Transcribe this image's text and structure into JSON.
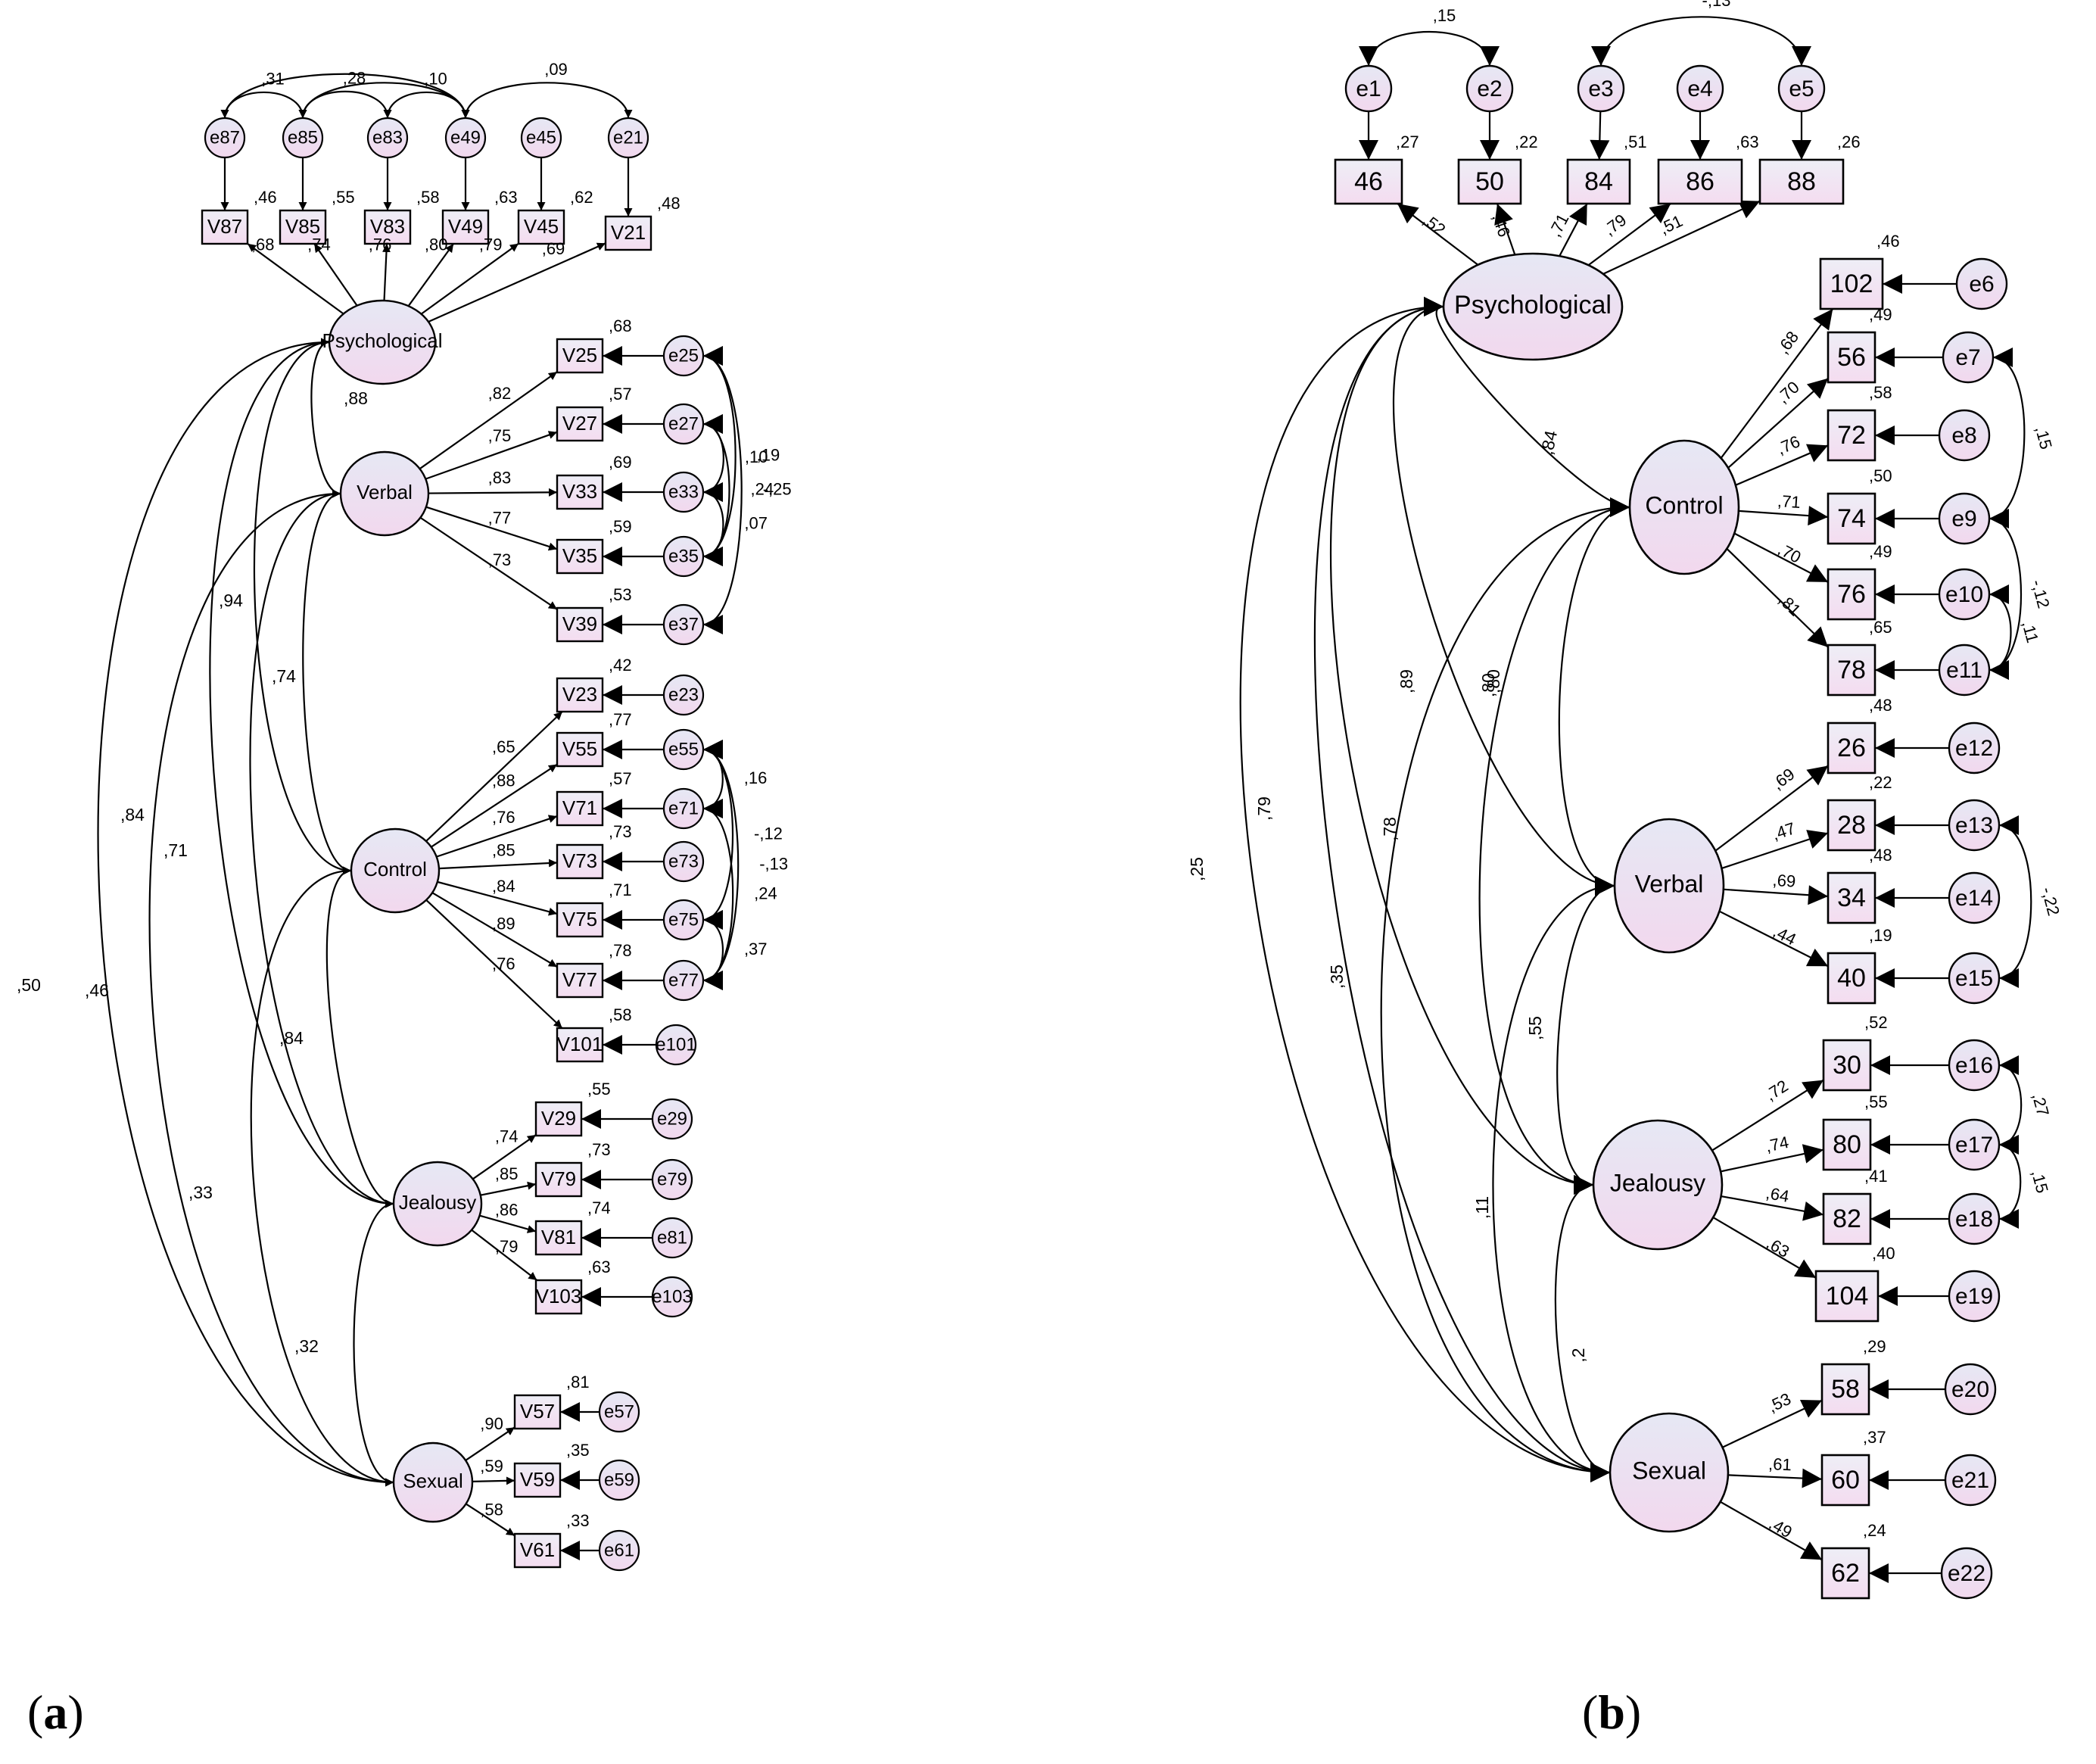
{
  "panels": [
    {
      "label": "a",
      "latents": [
        {
          "id": "Psychological",
          "label": "Psychological"
        },
        {
          "id": "Verbal",
          "label": "Verbal"
        },
        {
          "id": "Control",
          "label": "Control"
        },
        {
          "id": "Jealousy",
          "label": "Jealousy"
        },
        {
          "id": "Sexual",
          "label": "Sexual"
        }
      ],
      "observed": [
        {
          "id": "V87",
          "label": "V87",
          "r2": ",46",
          "error": "e87",
          "factor": "Psychological",
          "loading": ",68"
        },
        {
          "id": "V85",
          "label": "V85",
          "r2": ",55",
          "error": "e85",
          "factor": "Psychological",
          "loading": ",74"
        },
        {
          "id": "V83",
          "label": "V83",
          "r2": ",58",
          "error": "e83",
          "factor": "Psychological",
          "loading": ",76"
        },
        {
          "id": "V49",
          "label": "V49",
          "r2": ",63",
          "error": "e49",
          "factor": "Psychological",
          "loading": ",80"
        },
        {
          "id": "V45",
          "label": "V45",
          "r2": ",62",
          "error": "e45",
          "factor": "Psychological",
          "loading": ",79"
        },
        {
          "id": "V21",
          "label": "V21",
          "r2": ",48",
          "error": "e21",
          "factor": "Psychological",
          "loading": ",69"
        },
        {
          "id": "V25",
          "label": "V25",
          "r2": ",68",
          "error": "e25",
          "factor": "Verbal",
          "loading": ",82"
        },
        {
          "id": "V27",
          "label": "V27",
          "r2": ",57",
          "error": "e27",
          "factor": "Verbal",
          "loading": ",75"
        },
        {
          "id": "V33",
          "label": "V33",
          "r2": ",69",
          "error": "e33",
          "factor": "Verbal",
          "loading": ",83"
        },
        {
          "id": "V35",
          "label": "V35",
          "r2": ",59",
          "error": "e35",
          "factor": "Verbal",
          "loading": ",77"
        },
        {
          "id": "V39",
          "label": "V39",
          "r2": ",53",
          "error": "e37",
          "factor": "Verbal",
          "loading": ",73"
        },
        {
          "id": "V23",
          "label": "V23",
          "r2": ",42",
          "error": "e23",
          "factor": "Control",
          "loading": ",65"
        },
        {
          "id": "V55",
          "label": "V55",
          "r2": ",77",
          "error": "e55",
          "factor": "Control",
          "loading": ",88"
        },
        {
          "id": "V71",
          "label": "V71",
          "r2": ",57",
          "error": "e71",
          "factor": "Control",
          "loading": ",76"
        },
        {
          "id": "V73",
          "label": "V73",
          "r2": ",73",
          "error": "e73",
          "factor": "Control",
          "loading": ",85"
        },
        {
          "id": "V75",
          "label": "V75",
          "r2": ",71",
          "error": "e75",
          "factor": "Control",
          "loading": ",84"
        },
        {
          "id": "V77",
          "label": "V77",
          "r2": ",78",
          "error": "e77",
          "factor": "Control",
          "loading": ",89"
        },
        {
          "id": "V101",
          "label": "V101",
          "r2": ",58",
          "error": "e101",
          "factor": "Control",
          "loading": ",76"
        },
        {
          "id": "V29",
          "label": "V29",
          "r2": ",55",
          "error": "e29",
          "factor": "Jealousy",
          "loading": ",74"
        },
        {
          "id": "V79",
          "label": "V79",
          "r2": ",73",
          "error": "e79",
          "factor": "Jealousy",
          "loading": ",85"
        },
        {
          "id": "V81",
          "label": "V81",
          "r2": ",74",
          "error": "e81",
          "factor": "Jealousy",
          "loading": ",86"
        },
        {
          "id": "V103",
          "label": "V103",
          "r2": ",63",
          "error": "e103",
          "factor": "Jealousy",
          "loading": ",79"
        },
        {
          "id": "V57",
          "label": "V57",
          "r2": ",81",
          "error": "e57",
          "factor": "Sexual",
          "loading": ",90"
        },
        {
          "id": "V59",
          "label": "V59",
          "r2": ",35",
          "error": "e59",
          "factor": "Sexual",
          "loading": ",59"
        },
        {
          "id": "V61",
          "label": "V61",
          "r2": ",33",
          "error": "e61",
          "factor": "Sexual",
          "loading": ",58"
        }
      ],
      "factor_correlations": [
        {
          "from": "Psychological",
          "to": "Verbal",
          "value": ",88"
        },
        {
          "from": "Psychological",
          "to": "Control",
          "value": ",94"
        },
        {
          "from": "Verbal",
          "to": "Control",
          "value": ",74"
        },
        {
          "from": "Psychological",
          "to": "Jealousy",
          "value": ",84"
        },
        {
          "from": "Verbal",
          "to": "Jealousy",
          "value": ",71"
        },
        {
          "from": "Control",
          "to": "Jealousy",
          "value": ",84"
        },
        {
          "from": "Psychological",
          "to": "Sexual",
          "value": ",50"
        },
        {
          "from": "Verbal",
          "to": "Sexual",
          "value": ",46"
        },
        {
          "from": "Control",
          "to": "Sexual",
          "value": ",33"
        },
        {
          "from": "Jealousy",
          "to": "Sexual",
          "value": ",32"
        }
      ],
      "error_covariances": [
        {
          "from": "e87",
          "to": "e85",
          "value": ",31"
        },
        {
          "from": "e85",
          "to": "e83",
          "value": ",28"
        },
        {
          "from": "e83",
          "to": "e49",
          "value": ",10"
        },
        {
          "from": "e49",
          "to": "e21",
          "value": ",09"
        },
        {
          "from": "e87",
          "to": "e49",
          "value": ""
        },
        {
          "from": "e85",
          "to": "e49",
          "value": ""
        },
        {
          "from": "e25",
          "to": "e35",
          "value": ",19"
        },
        {
          "from": "e27",
          "to": "e33",
          "value": ",10"
        },
        {
          "from": "e25",
          "to": "e37",
          "value": "-,25"
        },
        {
          "from": "e27",
          "to": "e35",
          "value": ",24"
        },
        {
          "from": "e33",
          "to": "e35",
          "value": ",07"
        },
        {
          "from": "e55",
          "to": "e71",
          "value": ",16"
        },
        {
          "from": "e55",
          "to": "e75",
          "value": "-,12"
        },
        {
          "from": "e55",
          "to": "e77",
          "value": "-,13"
        },
        {
          "from": "e71",
          "to": "e77",
          "value": ",24"
        },
        {
          "from": "e75",
          "to": "e77",
          "value": ",37"
        }
      ]
    },
    {
      "label": "b",
      "latents": [
        {
          "id": "Psychological",
          "label": "Psychological"
        },
        {
          "id": "Control",
          "label": "Control"
        },
        {
          "id": "Verbal",
          "label": "Verbal"
        },
        {
          "id": "Jealousy",
          "label": "Jealousy"
        },
        {
          "id": "Sexual",
          "label": "Sexual"
        }
      ],
      "observed": [
        {
          "id": "46",
          "label": "46",
          "r2": ",27",
          "error": "e1",
          "factor": "Psychological",
          "loading": ",52"
        },
        {
          "id": "50",
          "label": "50",
          "r2": ",22",
          "error": "e2",
          "factor": "Psychological",
          "loading": ",46"
        },
        {
          "id": "84",
          "label": "84",
          "r2": ",51",
          "error": "e3",
          "factor": "Psychological",
          "loading": ",71"
        },
        {
          "id": "86",
          "label": "86",
          "r2": ",63",
          "error": "e4",
          "factor": "Psychological",
          "loading": ",79"
        },
        {
          "id": "88",
          "label": "88",
          "r2": ",26",
          "error": "e5",
          "factor": "Psychological",
          "loading": ",51"
        },
        {
          "id": "102",
          "label": "102",
          "r2": ",46",
          "error": "e6",
          "factor": "Control",
          "loading": ",68"
        },
        {
          "id": "56",
          "label": "56",
          "r2": ",49",
          "error": "e7",
          "factor": "Control",
          "loading": ",70"
        },
        {
          "id": "72",
          "label": "72",
          "r2": ",58",
          "error": "e8",
          "factor": "Control",
          "loading": ",76"
        },
        {
          "id": "74",
          "label": "74",
          "r2": ",50",
          "error": "e9",
          "factor": "Control",
          "loading": ",71"
        },
        {
          "id": "76",
          "label": "76",
          "r2": ",49",
          "error": "e10",
          "factor": "Control",
          "loading": ",70"
        },
        {
          "id": "78",
          "label": "78",
          "r2": ",65",
          "error": "e11",
          "factor": "Control",
          "loading": ",81"
        },
        {
          "id": "26",
          "label": "26",
          "r2": ",48",
          "error": "e12",
          "factor": "Verbal",
          "loading": ",69"
        },
        {
          "id": "28",
          "label": "28",
          "r2": ",22",
          "error": "e13",
          "factor": "Verbal",
          "loading": ",47"
        },
        {
          "id": "34",
          "label": "34",
          "r2": ",48",
          "error": "e14",
          "factor": "Verbal",
          "loading": ",69"
        },
        {
          "id": "40",
          "label": "40",
          "r2": ",19",
          "error": "e15",
          "factor": "Verbal",
          "loading": ",44"
        },
        {
          "id": "30",
          "label": "30",
          "r2": ",52",
          "error": "e16",
          "factor": "Jealousy",
          "loading": ",72"
        },
        {
          "id": "80",
          "label": "80",
          "r2": ",55",
          "error": "e17",
          "factor": "Jealousy",
          "loading": ",74"
        },
        {
          "id": "82",
          "label": "82",
          "r2": ",41",
          "error": "e18",
          "factor": "Jealousy",
          "loading": ",64"
        },
        {
          "id": "104",
          "label": "104",
          "r2": ",40",
          "error": "e19",
          "factor": "Jealousy",
          "loading": ",63"
        },
        {
          "id": "58",
          "label": "58",
          "r2": ",29",
          "error": "e20",
          "factor": "Sexual",
          "loading": ",53"
        },
        {
          "id": "60",
          "label": "60",
          "r2": ",37",
          "error": "e21",
          "factor": "Sexual",
          "loading": ",61"
        },
        {
          "id": "62",
          "label": "62",
          "r2": ",24",
          "error": "e22",
          "factor": "Sexual",
          "loading": ",49"
        }
      ],
      "factor_correlations": [
        {
          "from": "Psychological",
          "to": "Control",
          "value": ",84"
        },
        {
          "from": "Psychological",
          "to": "Verbal",
          "value": ",80"
        },
        {
          "from": "Control",
          "to": "Verbal",
          "value": ",80"
        },
        {
          "from": "Psychological",
          "to": "Jealousy",
          "value": ",89"
        },
        {
          "from": "Control",
          "to": "Jealousy",
          "value": ",78"
        },
        {
          "from": "Verbal",
          "to": "Jealousy",
          "value": ",55"
        },
        {
          "from": "Psychological",
          "to": "Sexual",
          "value": ",79"
        },
        {
          "from": "Control",
          "to": "Sexual",
          "value": ",35"
        },
        {
          "from": "Verbal",
          "to": "Sexual",
          "value": ",11"
        },
        {
          "from": "Jealousy",
          "to": "Sexual",
          "value": ",2"
        },
        {
          "from": "Psychological",
          "to": "Sexual",
          "value": ",25"
        }
      ],
      "error_covariances": [
        {
          "from": "e1",
          "to": "e2",
          "value": ",15"
        },
        {
          "from": "e3",
          "to": "e5",
          "value": "-,13"
        },
        {
          "from": "e7",
          "to": "e9",
          "value": ",15"
        },
        {
          "from": "e9",
          "to": "e11",
          "value": "-,12"
        },
        {
          "from": "e10",
          "to": "e11",
          "value": ",11"
        },
        {
          "from": "e13",
          "to": "e15",
          "value": "-,22"
        },
        {
          "from": "e16",
          "to": "e17",
          "value": ",27"
        },
        {
          "from": "e17",
          "to": "e18",
          "value": ",15"
        }
      ]
    }
  ]
}
